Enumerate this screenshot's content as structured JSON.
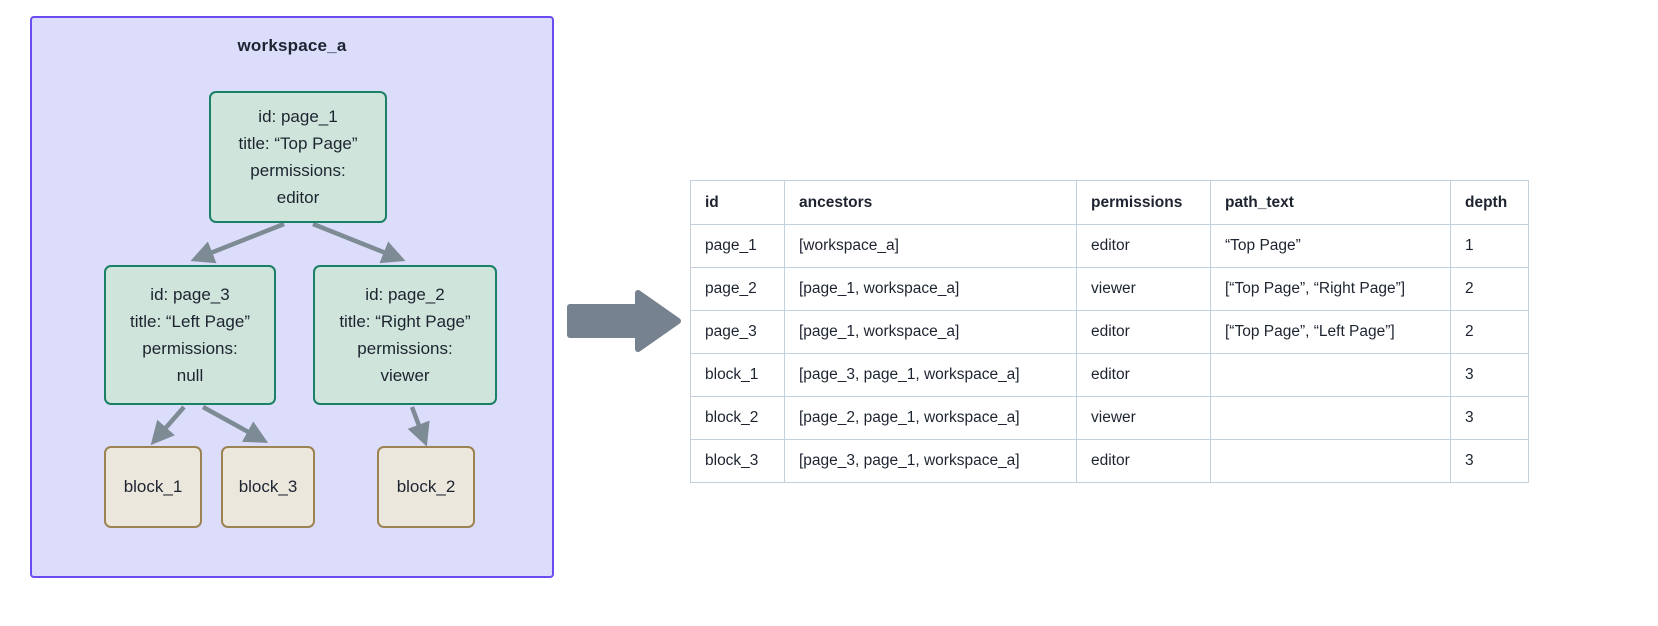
{
  "workspace": {
    "title": "workspace_a",
    "border_color": "#6a4cf0",
    "fill_color": "#dcdcfb"
  },
  "nodes": {
    "page_1": {
      "id_line": "id: page_1",
      "title_line": "title: “Top Page”",
      "permissions_label": "permissions:",
      "permissions_value": "editor",
      "fill_color": "#cfe4da",
      "border_color": "#1a8066"
    },
    "page_3": {
      "id_line": "id: page_3",
      "title_line": "title: “Left Page”",
      "permissions_label": "permissions:",
      "permissions_value": "null",
      "fill_color": "#cfe4da",
      "border_color": "#1a8066"
    },
    "page_2": {
      "id_line": "id: page_2",
      "title_line": "title: “Right Page”",
      "permissions_label": "permissions:",
      "permissions_value": "viewer",
      "fill_color": "#cfe4da",
      "border_color": "#1a8066"
    },
    "block_1": {
      "label": "block_1",
      "fill_color": "#ece7dd",
      "border_color": "#9c8352"
    },
    "block_3": {
      "label": "block_3",
      "fill_color": "#ece7dd",
      "border_color": "#9c8352"
    },
    "block_2": {
      "label": "block_2",
      "fill_color": "#ece7dd",
      "border_color": "#9c8352"
    }
  },
  "edges": [
    {
      "from": "page_1",
      "to": "page_3"
    },
    {
      "from": "page_1",
      "to": "page_2"
    },
    {
      "from": "page_3",
      "to": "block_1"
    },
    {
      "from": "page_3",
      "to": "block_3"
    },
    {
      "from": "page_2",
      "to": "block_2"
    }
  ],
  "transition_arrow": {
    "direction": "right",
    "color": "#76828f"
  },
  "table": {
    "columns": [
      "id",
      "ancestors",
      "permissions",
      "path_text",
      "depth"
    ],
    "rows": [
      {
        "id": "page_1",
        "ancestors": "[workspace_a]",
        "permissions": "editor",
        "path_text": "“Top Page”",
        "depth": "1"
      },
      {
        "id": "page_2",
        "ancestors": "[page_1, workspace_a]",
        "permissions": "viewer",
        "path_text": "[“Top Page”, “Right Page”]",
        "depth": "2"
      },
      {
        "id": "page_3",
        "ancestors": "[page_1, workspace_a]",
        "permissions": "editor",
        "path_text": "[“Top Page”, “Left Page”]",
        "depth": "2"
      },
      {
        "id": "block_1",
        "ancestors": "[page_3, page_1, workspace_a]",
        "permissions": "editor",
        "path_text": "",
        "depth": "3"
      },
      {
        "id": "block_2",
        "ancestors": "[page_2, page_1, workspace_a]",
        "permissions": "viewer",
        "path_text": "",
        "depth": "3"
      },
      {
        "id": "block_3",
        "ancestors": "[page_3, page_1, workspace_a]",
        "permissions": "editor",
        "path_text": "",
        "depth": "3"
      }
    ]
  }
}
